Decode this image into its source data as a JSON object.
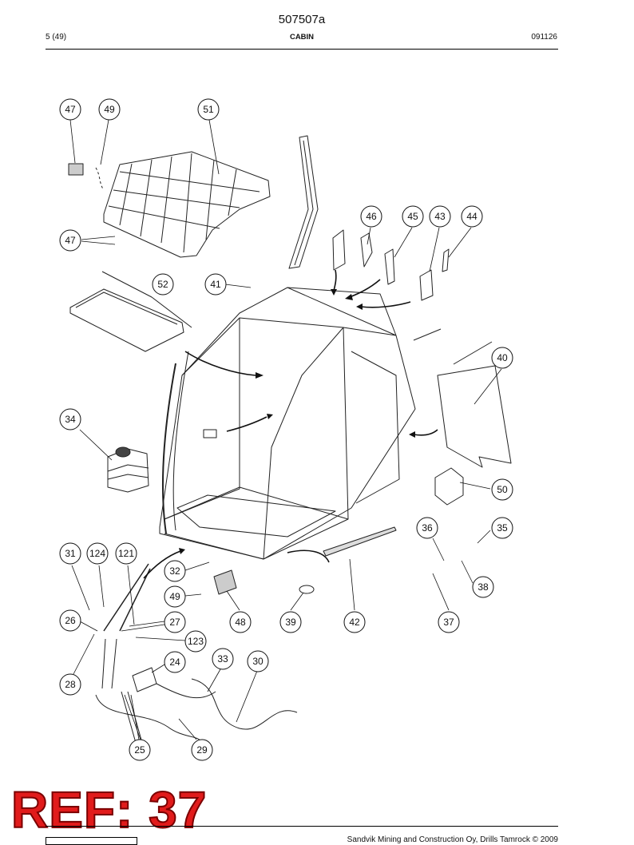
{
  "header": {
    "doc_number": "507507a",
    "page": "5 (49)",
    "section": "CABIN",
    "date_code": "091126"
  },
  "callouts": [
    "47",
    "49",
    "51",
    "47",
    "52",
    "41",
    "46",
    "45",
    "43",
    "44",
    "40",
    "34",
    "50",
    "36",
    "35",
    "38",
    "37",
    "31",
    "124",
    "121",
    "32",
    "49",
    "27",
    "48",
    "39",
    "42",
    "26",
    "123",
    "24",
    "33",
    "30",
    "28",
    "25",
    "29"
  ],
  "ref_stamp": "REF: 37",
  "footer": {
    "copyright": "Sandvik Mining and Construction Oy, Drills Tamrock © 2009"
  }
}
